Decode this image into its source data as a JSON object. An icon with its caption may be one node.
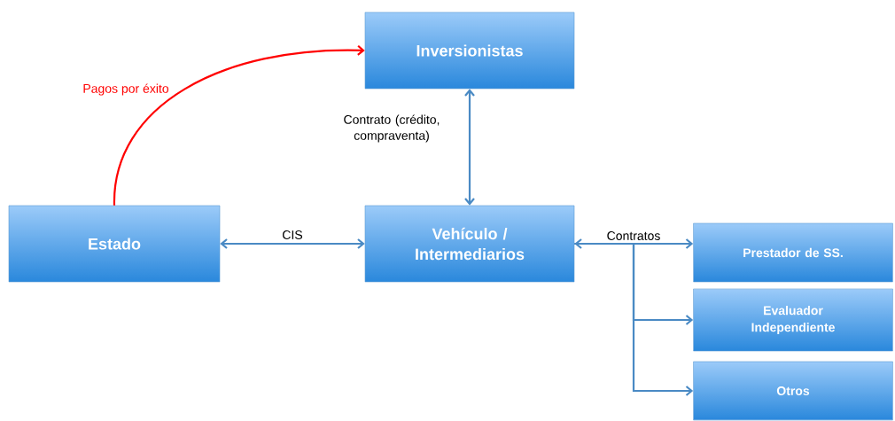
{
  "diagram": {
    "nodes": [
      {
        "text": [
          "Inversionistas"
        ]
      },
      {
        "text": [
          "Estado"
        ]
      },
      {
        "text": [
          "Vehículo / Intermediarios"
        ]
      },
      {
        "text": [
          "Prestador de SS."
        ]
      },
      {
        "text": [
          "Evaluador Independiente"
        ]
      },
      {
        "text": [
          "Otros"
        ]
      }
    ],
    "edges": [
      {
        "from": 1,
        "to": 0,
        "arrow": "to",
        "label": "Pagos por éxito",
        "color": "#ff0000"
      },
      {
        "from": 0,
        "to": 2,
        "arrow": "both",
        "label": "Contrato (crédito, compraventa)"
      },
      {
        "from": 1,
        "to": 2,
        "arrow": "both",
        "label": "CIS"
      },
      {
        "from": 2,
        "to": 3,
        "arrow": "both",
        "label": "Contratos"
      },
      {
        "from": 2,
        "to": 4,
        "arrow": "to"
      },
      {
        "from": 2,
        "to": 5,
        "arrow": "to"
      }
    ]
  }
}
